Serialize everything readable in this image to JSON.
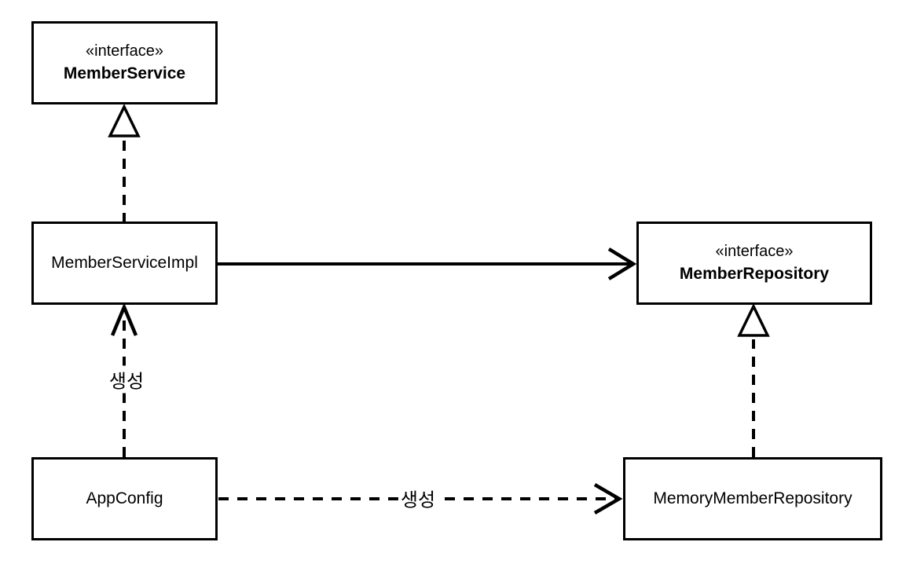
{
  "nodes": {
    "member_service": {
      "stereotype": "«interface»",
      "name": "MemberService"
    },
    "member_service_impl": {
      "name": "MemberServiceImpl"
    },
    "member_repository": {
      "stereotype": "«interface»",
      "name": "MemberRepository"
    },
    "app_config": {
      "name": "AppConfig"
    },
    "memory_member_repository": {
      "name": "MemoryMemberRepository"
    }
  },
  "edges": {
    "member_service_impl_realizes_member_service": {
      "type": "realization-dashed-hollow-triangle",
      "label": ""
    },
    "member_service_impl_uses_member_repository": {
      "type": "association-solid-open-arrow",
      "label": ""
    },
    "memory_member_repository_realizes_member_repository": {
      "type": "realization-dashed-hollow-triangle",
      "label": ""
    },
    "app_config_creates_member_service_impl": {
      "type": "dependency-dashed-open-arrow",
      "label": "생성"
    },
    "app_config_creates_memory_member_repository": {
      "type": "dependency-dashed-open-arrow",
      "label": "생성"
    }
  },
  "colors": {
    "line": "#000000",
    "text": "#000000",
    "background": "#ffffff",
    "node_fill": "#ffffff"
  }
}
